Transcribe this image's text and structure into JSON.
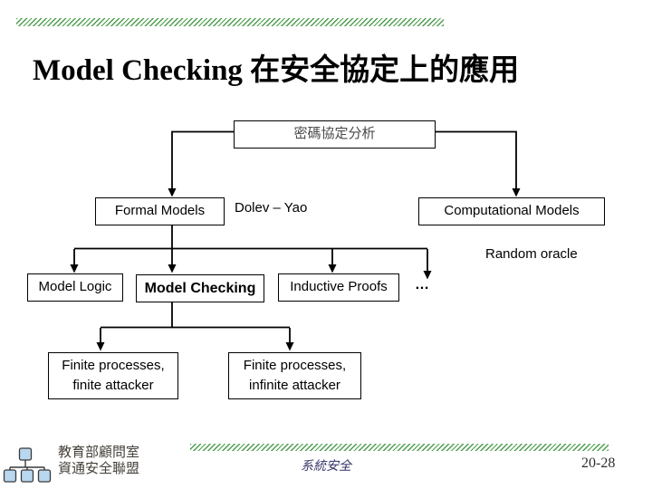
{
  "slide": {
    "title": "Model Checking 在安全協定上的應用",
    "footer_center": "系統安全",
    "page_number": "20-28"
  },
  "diagram": {
    "root": "密碼協定分析",
    "formal_models": "Formal Models",
    "dolev_yao": "Dolev – Yao",
    "computational_models": "Computational Models",
    "random_oracle": "Random oracle",
    "model_logic": "Model Logic",
    "model_checking": "Model Checking",
    "inductive_proofs": "Inductive Proofs",
    "ellipsis": "…",
    "finite_finite": {
      "line1": "Finite processes,",
      "line2": "finite attacker"
    },
    "finite_infinite": {
      "line1": "Finite processes,",
      "line2": "infinite attacker"
    }
  },
  "logo": {
    "line1": "教育部顧問室",
    "line2": "資通安全聯盟"
  },
  "colors": {
    "hatch_green": "#4d9e4d",
    "root_text": "#4a4a4a",
    "footer_blue": "#333366",
    "logo_fill": "#b9d7ee",
    "logo_border": "#3a3a3a",
    "logo_text_color": "#45403a"
  }
}
